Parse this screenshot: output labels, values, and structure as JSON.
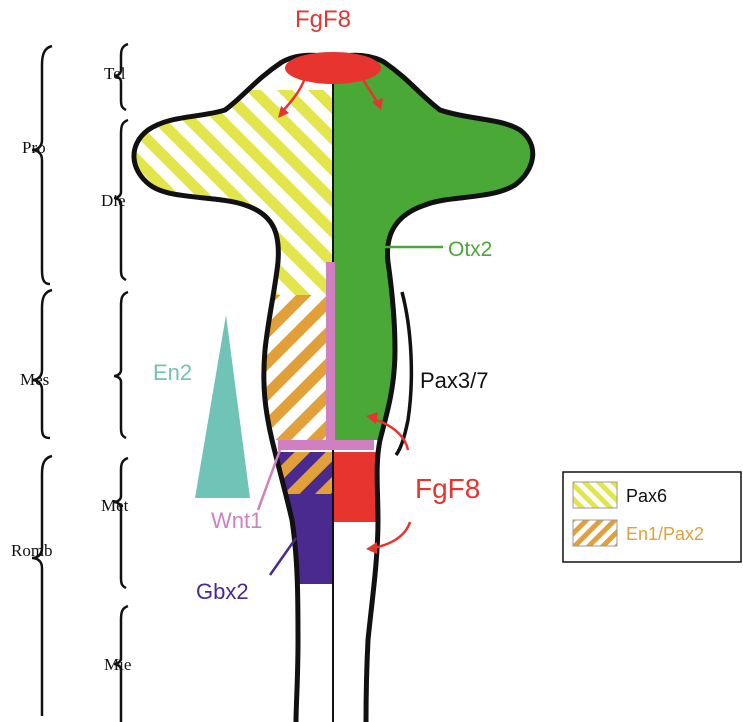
{
  "region_labels": {
    "pro": "Pro",
    "mes": "Mes",
    "romb": "Romb"
  },
  "subregion_labels": {
    "tel": "Tel",
    "die": "Die",
    "met": "Met",
    "mie": "Mie"
  },
  "gene_labels": {
    "fgf8_top": "FgF8",
    "otx2": "Otx2",
    "en2": "En2",
    "pax37": "Pax3/7",
    "fgf8_right": "FgF8",
    "wnt1": "Wnt1",
    "gbx2": "Gbx2"
  },
  "legend": {
    "items": [
      {
        "label": "Pax6",
        "color": "#111111"
      },
      {
        "label": "En1/Pax2",
        "color": "#e8a23a"
      }
    ]
  },
  "colors": {
    "fgf8": "#e8342f",
    "otx2": "#4aa836",
    "pax6_stripe": "#e3e64a",
    "en1pax2_stripe": "#e2a03a",
    "en2": "#6fc4b7",
    "wnt1": "#d080c0",
    "gbx2": "#4a2a8f",
    "outline": "#111111"
  }
}
